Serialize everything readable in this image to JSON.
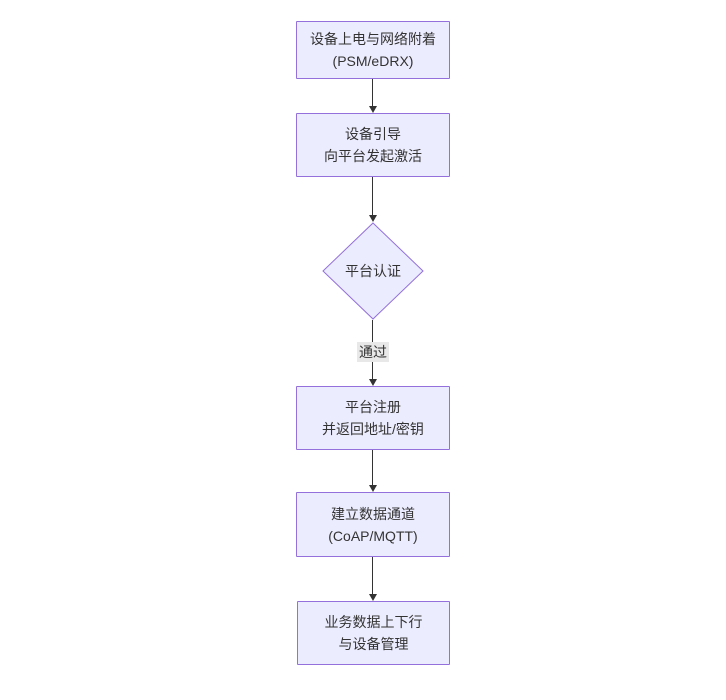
{
  "diagram": {
    "type": "flowchart",
    "direction": "top-down",
    "nodes": [
      {
        "id": "A",
        "shape": "rect",
        "lines": [
          "设备上电与网络附着",
          "(PSM/eDRX)"
        ]
      },
      {
        "id": "B",
        "shape": "rect",
        "lines": [
          "设备引导",
          "向平台发起激活"
        ]
      },
      {
        "id": "C",
        "shape": "diamond",
        "lines": [
          "平台认证"
        ]
      },
      {
        "id": "D",
        "shape": "rect",
        "lines": [
          "平台注册",
          "并返回地址/密钥"
        ]
      },
      {
        "id": "E",
        "shape": "rect",
        "lines": [
          "建立数据通道",
          "(CoAP/MQTT)"
        ]
      },
      {
        "id": "F",
        "shape": "rect",
        "lines": [
          "业务数据上下行",
          "与设备管理"
        ]
      }
    ],
    "edges": [
      {
        "from": "A",
        "to": "B",
        "label": ""
      },
      {
        "from": "B",
        "to": "C",
        "label": ""
      },
      {
        "from": "C",
        "to": "D",
        "label": "通过"
      },
      {
        "from": "D",
        "to": "E",
        "label": ""
      },
      {
        "from": "E",
        "to": "F",
        "label": ""
      }
    ],
    "colors": {
      "node_fill": "#ECECFF",
      "node_border": "#9370DB",
      "text": "#333333",
      "edge": "#333333",
      "edge_label_bg": "#e8e8e8",
      "background": "#ffffff"
    }
  }
}
